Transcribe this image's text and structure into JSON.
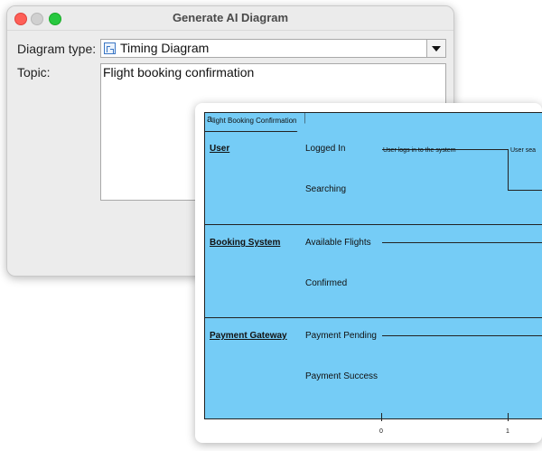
{
  "window": {
    "title": "Generate AI Diagram"
  },
  "form": {
    "diagram_type_label": "Diagram type:",
    "diagram_type_value": "Timing Diagram",
    "topic_label": "Topic:",
    "topic_value": "Flight booking confirmation"
  },
  "diagram": {
    "frame_title_first": "a",
    "frame_title_rest": "light Booking Confirmation",
    "lanes": [
      {
        "name": "User",
        "states": [
          "Logged In",
          "Searching"
        ]
      },
      {
        "name": "Booking System",
        "states": [
          "Available Flights",
          "Confirmed"
        ]
      },
      {
        "name": "Payment Gateway",
        "states": [
          "Payment Pending",
          "Payment Success"
        ]
      }
    ],
    "messages": [
      "User logs in to the system",
      "User sea"
    ],
    "time_ticks": [
      "0",
      "1"
    ]
  }
}
